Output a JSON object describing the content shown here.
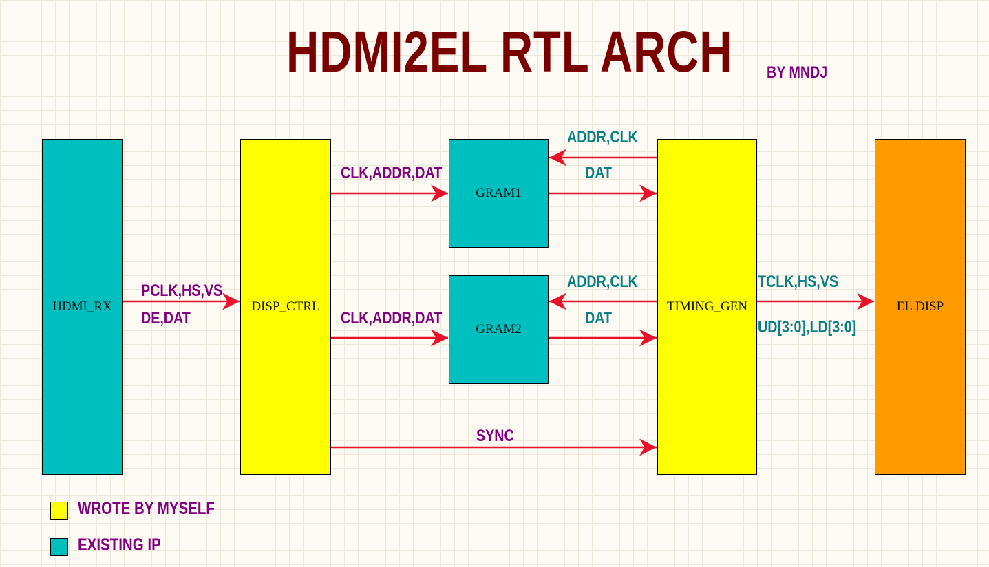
{
  "title": "HDMI2EL RTL ARCH",
  "author": "BY MNDJ",
  "colors": {
    "existing_ip": "#00bfbf",
    "own_module": "#ffff00",
    "display": "#ff9a00",
    "wire": "#e8102a",
    "label_purple": "#800080",
    "label_teal": "#0a7f84",
    "title": "#7a0000"
  },
  "blocks": {
    "hdmi_rx": "HDMI_RX",
    "disp_ctrl": "DISP_CTRL",
    "gram1": "GRAM1",
    "gram2": "GRAM2",
    "timing_gen": "TIMING_GEN",
    "el_disp": "EL DISP"
  },
  "signals": {
    "rx_to_ctrl_1": "PCLK,HS,VS",
    "rx_to_ctrl_2": "DE,DAT",
    "ctrl_to_gram1": "CLK,ADDR,DAT",
    "ctrl_to_gram2": "CLK,ADDR,DAT",
    "tg_to_gram1": "ADDR,CLK",
    "gram1_to_tg": "DAT",
    "tg_to_gram2": "ADDR,CLK",
    "gram2_to_tg": "DAT",
    "tg_to_disp_1": "TCLK,HS,VS",
    "tg_to_disp_2": "UD[3:0],LD[3:0]",
    "sync": "SYNC"
  },
  "legend": {
    "own": "WROTE BY MYSELF",
    "existing": "EXISTING IP"
  }
}
